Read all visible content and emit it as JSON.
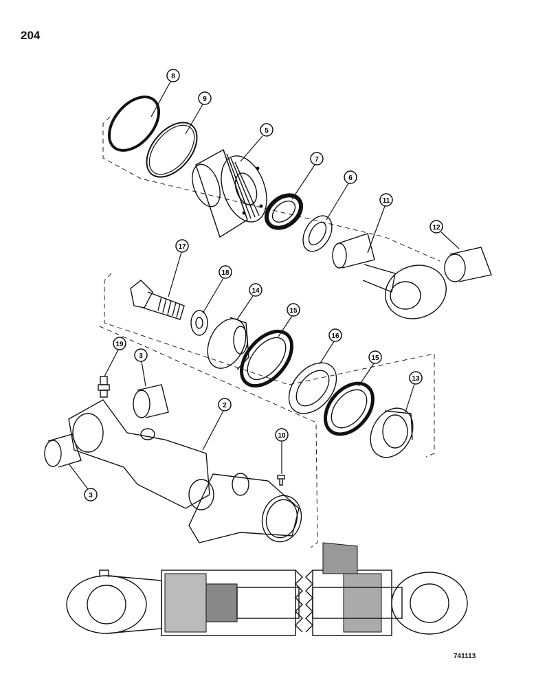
{
  "page_number": "204",
  "figure_number": "741113",
  "callouts": {
    "c8": "8",
    "c9": "9",
    "c5": "5",
    "c7": "7",
    "c6": "6",
    "c11": "11",
    "c12": "12",
    "c17": "17",
    "c18": "18",
    "c14": "14",
    "c15a": "15",
    "c16": "16",
    "c15b": "15",
    "c13": "13",
    "c19": "19",
    "c3a": "3",
    "c2": "2",
    "c10": "10",
    "c3b": "3"
  }
}
